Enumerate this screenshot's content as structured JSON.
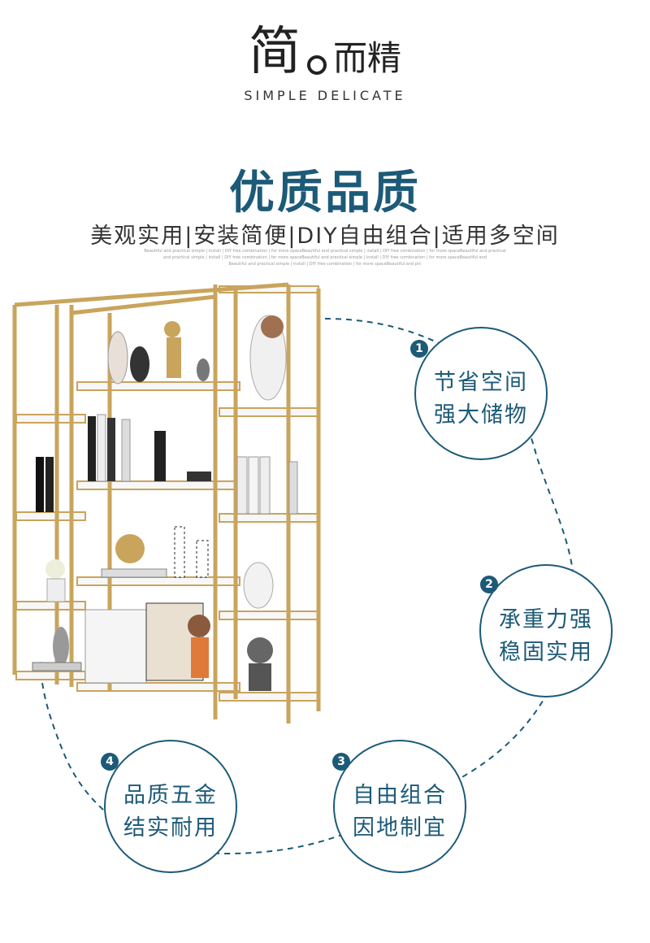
{
  "header": {
    "logo_big": "简",
    "logo_small": "而精",
    "logo_english": "SIMPLE DELICATE"
  },
  "title": "优质品质",
  "subtitle": "美观实用|安装简便|DIY自由组合|适用多空间",
  "fine_print": [
    "Beautiful and practical simple | install | DIY free combination | for more spaceBeautiful and practical simple | install | DIY free combination | for more spaceBeautiful and practical",
    "and practical simple | install | DIY free combination | for more spaceBeautiful and practical simple | install | DIY free combination | for more spaceBeautiful and",
    "Beautiful and practical simple | install | DIY free combination | for more spaceBeautiful and prc"
  ],
  "features": [
    {
      "number": "1",
      "line1": "节省空间",
      "line2": "强大储物"
    },
    {
      "number": "2",
      "line1": "承重力强",
      "line2": "稳固实用"
    },
    {
      "number": "3",
      "line1": "自由组合",
      "line2": "因地制宜"
    },
    {
      "number": "4",
      "line1": "品质五金",
      "line2": "结实耐用"
    }
  ],
  "colors": {
    "accent": "#1c5a78",
    "gold": "#c9a45c",
    "shelf": "#ffffff"
  }
}
